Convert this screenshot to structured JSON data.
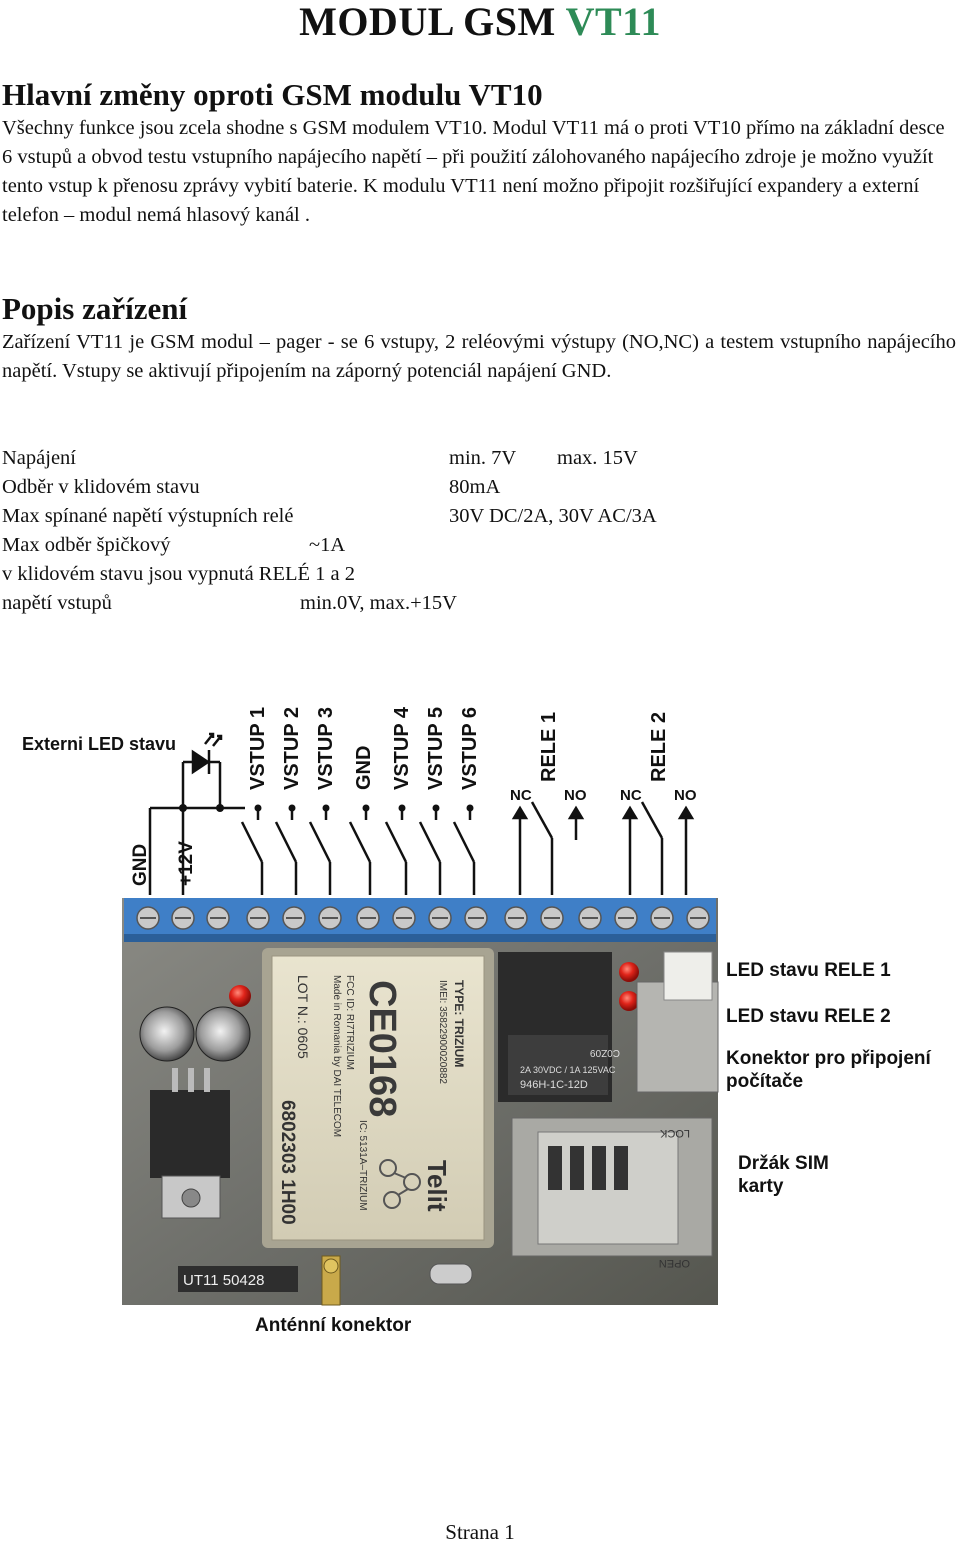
{
  "title": {
    "main": "MODUL GSM ",
    "accent": "VT11"
  },
  "section1": {
    "heading": "Hlavní změny oproti  GSM modulu VT10",
    "body": "Všechny funkce jsou zcela shodne s GSM modulem VT10. Modul VT11 má o proti VT10 přímo na základní desce 6 vstupů a obvod testu vstupního napájecího napětí – při použití zálohovaného napájecího zdroje je možno využít tento vstup k přenosu zprávy vybití baterie. K modulu VT11 není možno připojit rozšiřující expandery a externí telefon – modul nemá hlasový kanál ."
  },
  "section2": {
    "heading": "Popis zařízení",
    "body": "Zařízení VT11 je GSM modul – pager -  se 6 vstupy, 2 reléovými výstupy (NO,NC) a testem vstupního napájecího napětí. Vstupy se aktivují připojením na záporný potenciál napájení GND."
  },
  "specs": [
    {
      "label": "Napájení",
      "value": "min. 7V",
      "value2": "max. 15V"
    },
    {
      "label": "Odběr v klidovém stavu",
      "value": "80mA"
    },
    {
      "label": "Max  spínané napětí výstupních relé",
      "value": "30V DC/2A, 30V AC/3A"
    },
    {
      "label": "Max odběr špičkový",
      "value": "~1A"
    },
    {
      "label": "v klidovém stavu jsou vypnutá RELÉ 1 a 2",
      "value": ""
    },
    {
      "label": "napětí vstupů",
      "value": "min.0V, max.+15V"
    }
  ],
  "diagram": {
    "led_label": "Externi LED stavu",
    "power_terminals": [
      "GND",
      "+12V"
    ],
    "inputs": [
      "VSTUP 1",
      "VSTUP 2",
      "VSTUP 3",
      "GND",
      "VSTUP 4",
      "VSTUP 5",
      "VSTUP 6"
    ],
    "relays": [
      {
        "name": "RELE 1",
        "nc": "NC",
        "no": "NO"
      },
      {
        "name": "RELE 2",
        "nc": "NC",
        "no": "NO"
      }
    ],
    "callouts": {
      "led1": "LED stavu RELE 1",
      "led2": "LED stavu RELE 2",
      "pc_connector": "Konektor pro připojení počítače",
      "sim_holder": "Držák SIM karty",
      "antenna": "Anténní konektor"
    },
    "board_print": {
      "module_type": "TYPE: TRIZIUM",
      "imei": "IMEI: 35822900020882",
      "fcc": "FCC ID: RI7TRIZIUM",
      "made_in": "Made in Romania by DAI TELECOM",
      "ic": "IC: 5131A–TRIZIUM",
      "lot": "LOT N.: 0605",
      "ce_mark": "CE0168",
      "serial": "6802303 1H00",
      "brand": "Telit",
      "relay_model": "946H-1C-12D",
      "relay_rating": "2A 30VDC / 1A 125VAC",
      "relay_code": "C0Z09",
      "sim_lock": "LOCK",
      "sim_open": "OPEN",
      "board_id": "UT11  50428"
    }
  },
  "footer": "Strana 1"
}
